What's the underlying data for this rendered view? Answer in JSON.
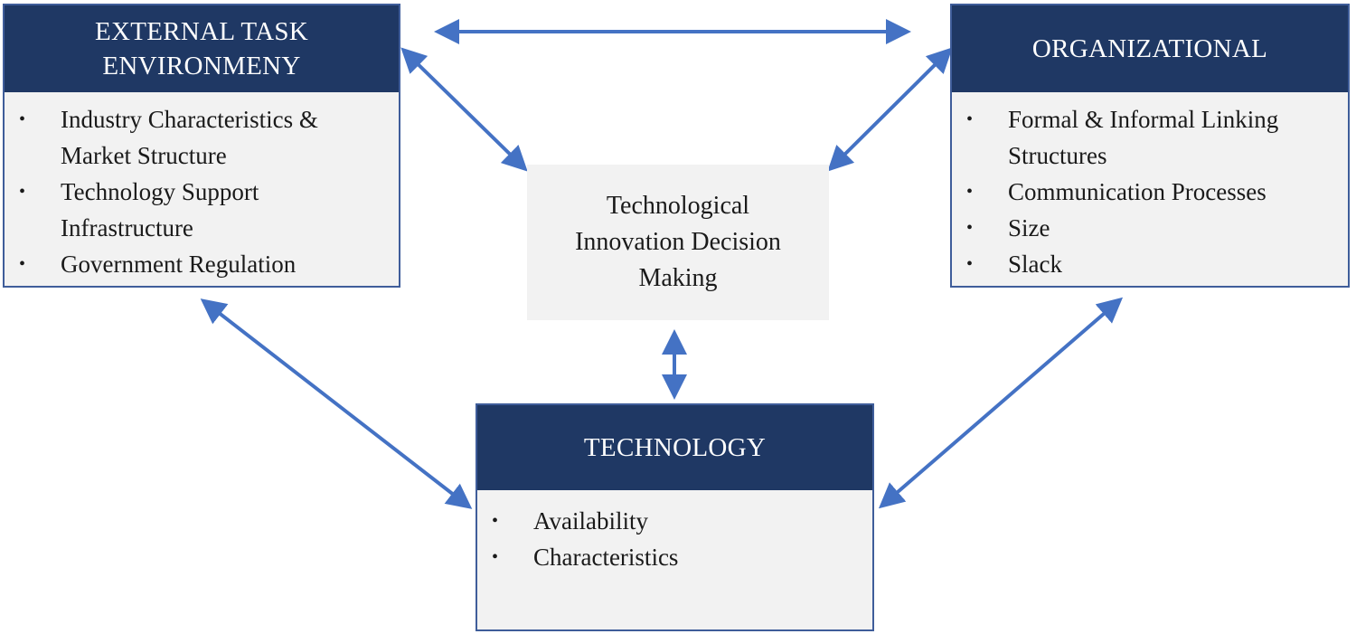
{
  "external": {
    "title_line1": "EXTERNAL TASK",
    "title_line2": "ENVIRONMENY",
    "items": [
      "Industry Characteristics & Market Structure",
      "Technology Support Infrastructure",
      "Government Regulation"
    ]
  },
  "organizational": {
    "title": "ORGANIZATIONAL",
    "items": [
      "Formal & Informal Linking Structures",
      "Communication Processes",
      "Size",
      "Slack"
    ]
  },
  "technology": {
    "title": "TECHNOLOGY",
    "items": [
      "Availability",
      "Characteristics"
    ]
  },
  "center": {
    "line1": "Technological",
    "line2": "Innovation Decision",
    "line3": "Making"
  },
  "colors": {
    "header": "#1f3864",
    "body": "#f2f2f2",
    "arrow": "#4472c4"
  }
}
